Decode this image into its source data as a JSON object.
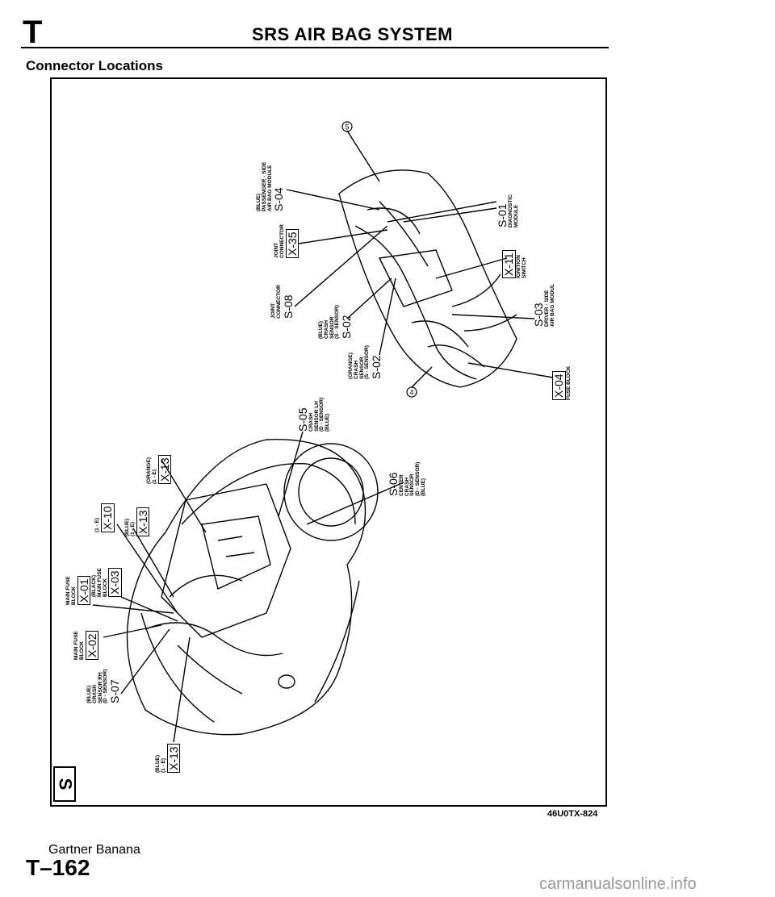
{
  "header": {
    "section_letter": "T",
    "title": "SRS AIR BAG SYSTEM"
  },
  "subheading": "Connector Locations",
  "section_tab": "S",
  "figure_id": "46U0TX-824",
  "footer": {
    "brand": "Gartner Banana",
    "page_number": "T–162"
  },
  "watermark": "carmanualsonline.info",
  "connectors": [
    {
      "id": "S-04",
      "lines": [
        "(BLUE)",
        "PASSENGER - SIDE",
        "AIR BAG MODULE"
      ],
      "code": "S-04",
      "boxed": false
    },
    {
      "id": "X-35",
      "lines": [
        "JOINT",
        "CONNECTOR"
      ],
      "code": "X-35",
      "boxed": true
    },
    {
      "id": "S-08",
      "lines": [
        "JOINT",
        "CONNECTOR"
      ],
      "code": "S-08",
      "boxed": false
    },
    {
      "id": "S-02-blue",
      "lines": [
        "(BLUE)",
        "CRASH",
        "SENSOR",
        "(S - SENSOR)"
      ],
      "code": "S-02",
      "boxed": false
    },
    {
      "id": "S-02-orange",
      "lines": [
        "(ORANGE)",
        "CRASH",
        "SENSOR",
        "(S - SENSOR)"
      ],
      "code": "S-02",
      "boxed": false
    },
    {
      "id": "S-01",
      "lines": [
        "DIAGNOSTIC",
        "MODULE"
      ],
      "code": "S-01",
      "boxed": false
    },
    {
      "id": "X-11",
      "lines": [
        "IGNITION",
        "SWITCH"
      ],
      "code": "X-11",
      "boxed": true
    },
    {
      "id": "S-03",
      "lines": [
        "DRIVER - SIDE",
        "AIR BAG MODUL"
      ],
      "code": "S-03",
      "boxed": false
    },
    {
      "id": "X-04",
      "lines": [
        "FUSE BLOCK"
      ],
      "code": "X-04",
      "boxed": true
    },
    {
      "id": "S-05",
      "lines": [
        "CRASH",
        "SENSOR LH",
        "(D - SENSOR)",
        "(BLUE)"
      ],
      "code": "S-05",
      "boxed": false
    },
    {
      "id": "S-06",
      "lines": [
        "CENTER",
        "CRASH",
        "SENSOR",
        "(D - SENSOR)",
        "(BLUE)"
      ],
      "code": "S-06",
      "boxed": false
    },
    {
      "id": "X-13-orange",
      "lines": [
        "(ORANGE)",
        "(1 - E)"
      ],
      "code": "X-13",
      "boxed": true
    },
    {
      "id": "X-10",
      "lines": [
        "(1 - E)"
      ],
      "code": "X-10",
      "boxed": true
    },
    {
      "id": "X-13-blue",
      "lines": [
        "(BLUE)",
        "(1 - E)"
      ],
      "code": "X-13",
      "boxed": true
    },
    {
      "id": "X-03",
      "lines": [
        "(BLACK)",
        "MAIN FUSE",
        "BLOCK"
      ],
      "code": "X-03",
      "boxed": true
    },
    {
      "id": "X-01",
      "lines": [
        "MAIN FUSE",
        "BLOCK"
      ],
      "code": "X-01",
      "boxed": true
    },
    {
      "id": "X-02",
      "lines": [
        "MAIN FUSE",
        "BLOCK"
      ],
      "code": "X-02",
      "boxed": true
    },
    {
      "id": "S-07",
      "lines": [
        "(BLUE)",
        "CRASH",
        "SENSOR RH",
        "(D - SENSOR)"
      ],
      "code": "S-07",
      "boxed": false
    },
    {
      "id": "X-13-bottom",
      "lines": [
        "(BLUE)",
        "(1 - E)"
      ],
      "code": "X-13",
      "boxed": true
    }
  ],
  "callouts": [
    "5",
    "4"
  ]
}
